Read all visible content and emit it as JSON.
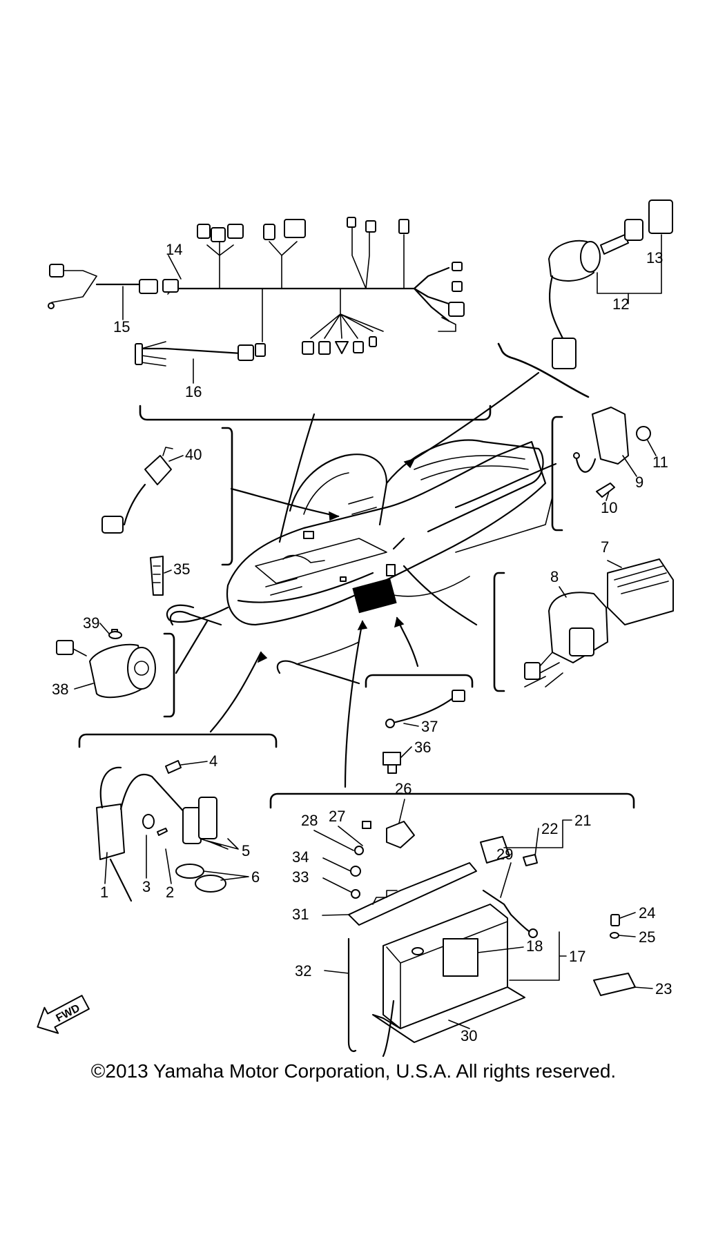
{
  "labels": [
    "1",
    "2",
    "3",
    "4",
    "5",
    "6",
    "7",
    "8",
    "9",
    "10",
    "11",
    "12",
    "13",
    "14",
    "15",
    "16",
    "17",
    "18",
    "21",
    "22",
    "23",
    "24",
    "25",
    "26",
    "27",
    "28",
    "29",
    "30",
    "31",
    "32",
    "33",
    "34",
    "35",
    "36",
    "37",
    "38",
    "39",
    "40"
  ],
  "fwd": "FWD",
  "copyright": "©2013 Yamaha Motor Corporation, U.S.A. All rights reserved."
}
